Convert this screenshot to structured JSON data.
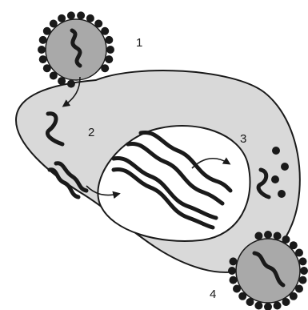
{
  "diagram": {
    "steps": [
      {
        "label": "1"
      },
      {
        "label": "2"
      },
      {
        "label": "3"
      },
      {
        "label": "4"
      }
    ],
    "colors": {
      "cell_fill": "#d9d9d9",
      "virus_fill": "#a9a9a9",
      "outline": "#1a1a1a",
      "nucleus_fill": "#ffffff"
    },
    "icons": {
      "entering_virus": "virus-particle-icon",
      "exiting_virus": "virus-particle-icon",
      "genome": "viral-genome-strand-icon",
      "arrow": "curved-arrow-icon",
      "capsomere": "dot-icon"
    }
  }
}
